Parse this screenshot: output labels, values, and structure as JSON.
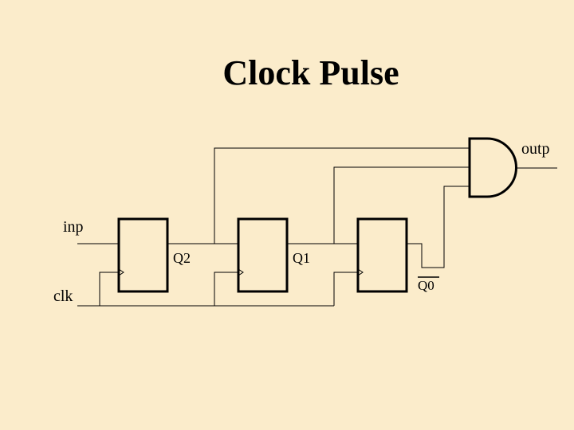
{
  "slide": {
    "title": "Clock Pulse"
  },
  "circuit": {
    "labels": {
      "input": "inp",
      "clock": "clk",
      "output": "outp",
      "q2": "Q2",
      "q1": "Q1",
      "q0": "Q0"
    },
    "flip_flops": 3,
    "gate": "and"
  }
}
